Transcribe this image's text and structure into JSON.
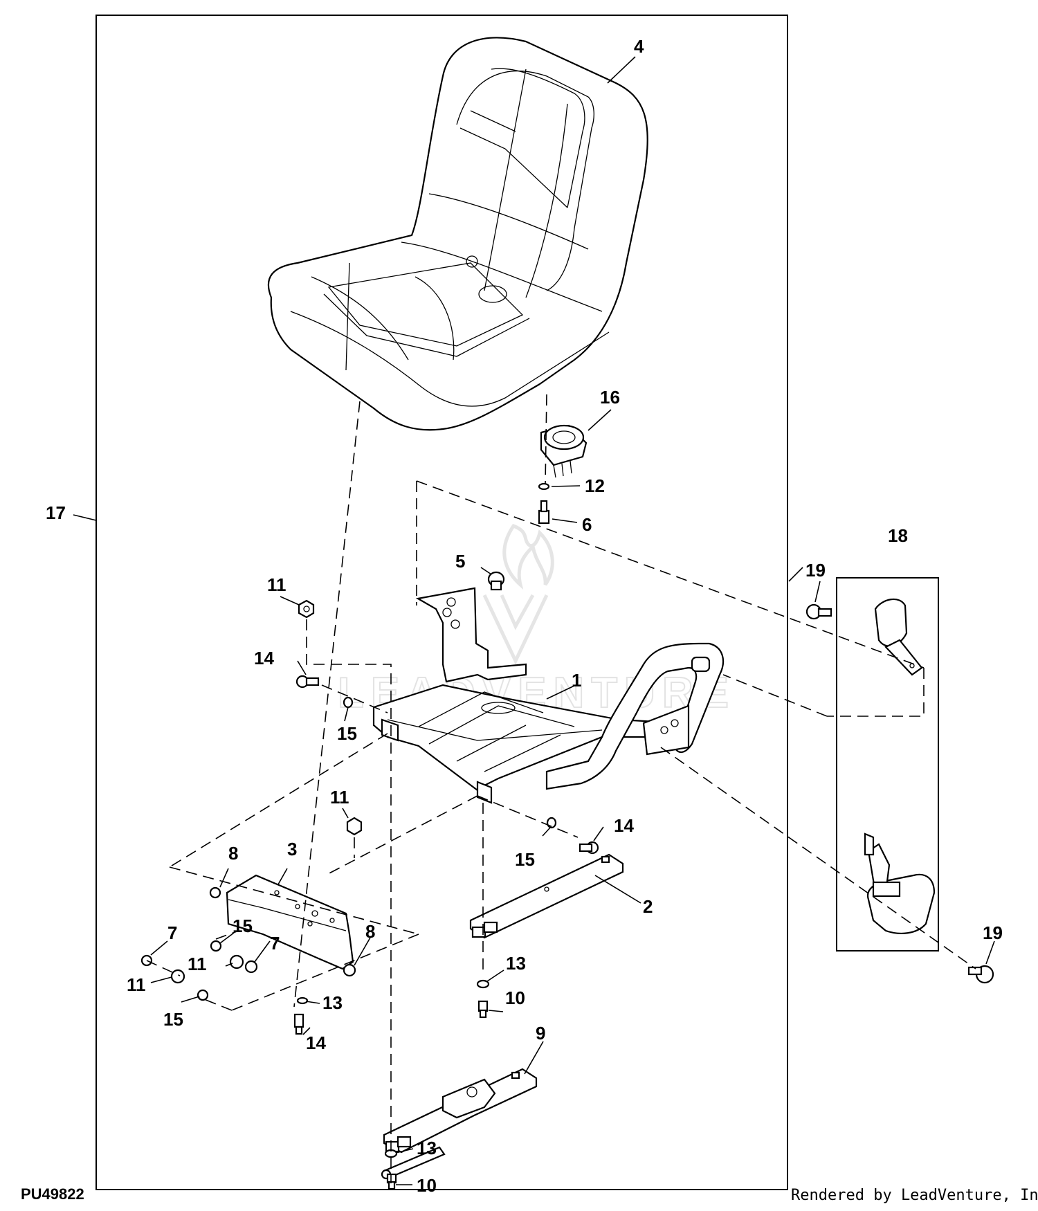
{
  "callouts": {
    "c1": "1",
    "c2": "2",
    "c3": "3",
    "c4": "4",
    "c5": "5",
    "c6": "6",
    "c7a": "7",
    "c7b": "7",
    "c8a": "8",
    "c8b": "8",
    "c9": "9",
    "c10a": "10",
    "c10b": "10",
    "c11a": "11",
    "c11b": "11",
    "c11c": "11",
    "c11d": "11",
    "c12": "12",
    "c13a": "13",
    "c13b": "13",
    "c13c": "13",
    "c14a": "14",
    "c14b": "14",
    "c14c": "14",
    "c15a": "15",
    "c15b": "15",
    "c15c": "15",
    "c15d": "15",
    "c16": "16",
    "c17": "17",
    "c18": "18",
    "c19a": "19",
    "c19b": "19"
  },
  "footer": {
    "diagram_id": "PU49822",
    "rendered_by": "Rendered by LeadVenture, Inc."
  },
  "watermark": {
    "text": "LEADVENTURE"
  }
}
